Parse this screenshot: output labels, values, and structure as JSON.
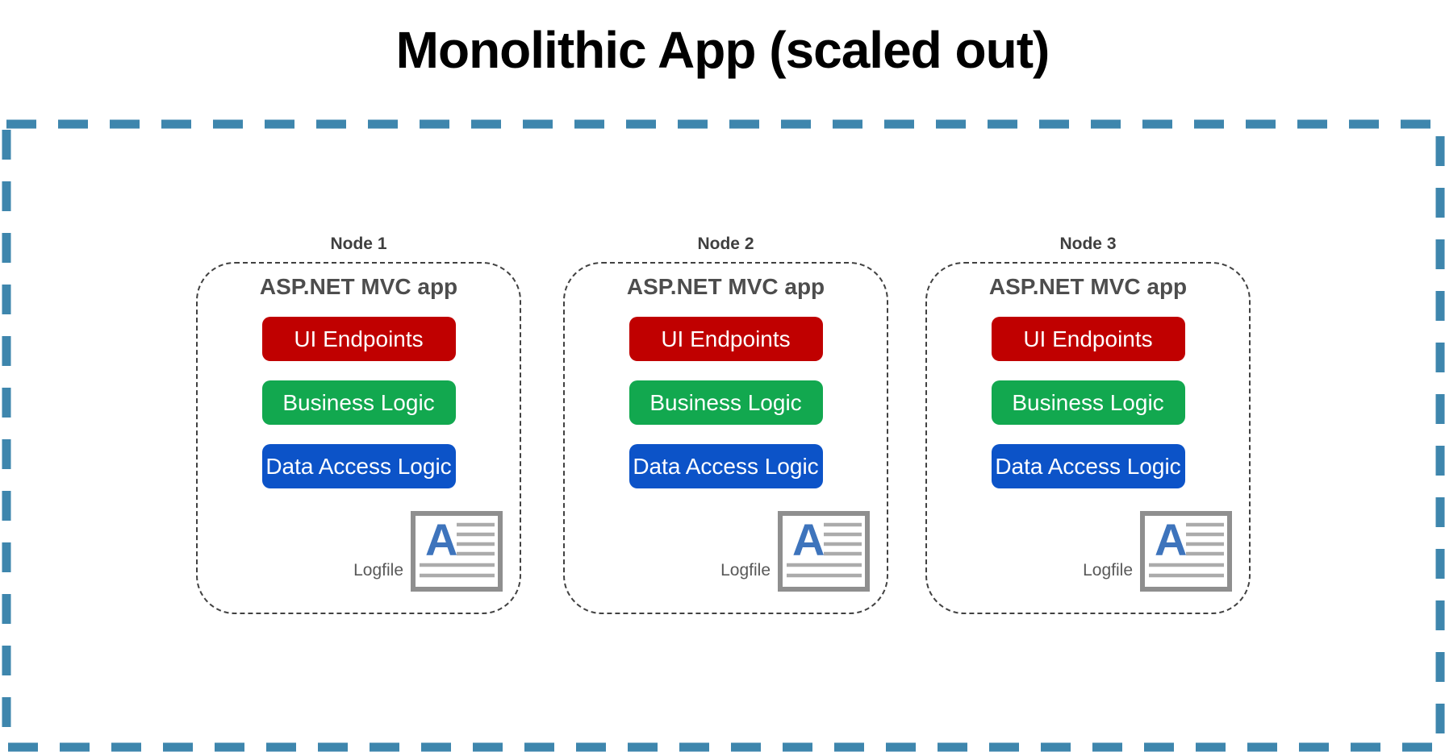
{
  "title": "Monolithic App (scaled out)",
  "colors": {
    "outer_border": "#3E86AD",
    "node_border": "#414141",
    "ui_endpoints": "#C00000",
    "business_logic": "#12A84F",
    "data_access_logic": "#0C53C8",
    "logfile_letter": "#3E74BC"
  },
  "nodes": [
    {
      "label": "Node 1",
      "app_title": "ASP.NET MVC app",
      "components": [
        {
          "label": "UI Endpoints",
          "color": "#C00000"
        },
        {
          "label": "Business Logic",
          "color": "#12A84F"
        },
        {
          "label": "Data Access Logic",
          "color": "#0C53C8"
        }
      ],
      "logfile_label": "Logfile"
    },
    {
      "label": "Node 2",
      "app_title": "ASP.NET MVC app",
      "components": [
        {
          "label": "UI Endpoints",
          "color": "#C00000"
        },
        {
          "label": "Business Logic",
          "color": "#12A84F"
        },
        {
          "label": "Data Access Logic",
          "color": "#0C53C8"
        }
      ],
      "logfile_label": "Logfile"
    },
    {
      "label": "Node 3",
      "app_title": "ASP.NET MVC app",
      "components": [
        {
          "label": "UI Endpoints",
          "color": "#C00000"
        },
        {
          "label": "Business Logic",
          "color": "#12A84F"
        },
        {
          "label": "Data Access Logic",
          "color": "#0C53C8"
        }
      ],
      "logfile_label": "Logfile"
    }
  ],
  "logfile_icon": {
    "letter": "A"
  }
}
